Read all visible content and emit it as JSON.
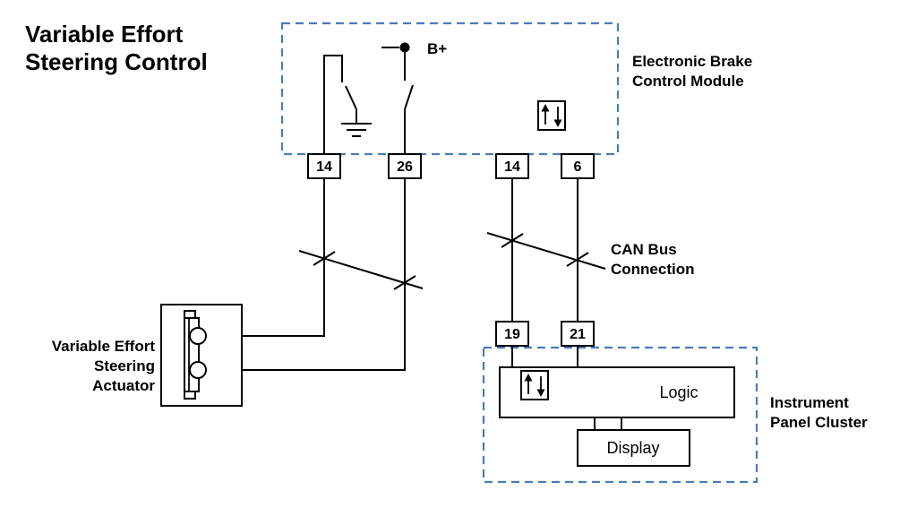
{
  "title": {
    "line1": "Variable Effort",
    "line2": "Steering Control"
  },
  "modules": {
    "ecm": {
      "label_line1": "Electronic Brake",
      "label_line2": "Control Module",
      "b_plus_label": "B+",
      "pins": [
        "14",
        "26",
        "14",
        "6"
      ]
    },
    "ipc": {
      "label_line1": "Instrument",
      "label_line2": "Panel Cluster",
      "pins": [
        "19",
        "21"
      ],
      "logic_label": "Logic",
      "display_label": "Display"
    },
    "actuator": {
      "label_line1": "Variable Effort",
      "label_line2": "Steering",
      "label_line3": "Actuator"
    }
  },
  "can_bus": {
    "label_line1": "CAN Bus",
    "label_line2": "Connection"
  },
  "icons": {
    "ecm_serial_data": "up-down-arrows-icon",
    "ipc_serial_data": "up-down-arrows-icon",
    "ground": "ground-icon",
    "battery_positive": "b-plus-terminal-icon",
    "internal_switches": "switch-icon",
    "wire_crossing": "harness-crossing-icon"
  },
  "colors": {
    "module_border": "#4a7db5",
    "wire": "#000000",
    "text": "#000000",
    "background": "#ffffff"
  }
}
